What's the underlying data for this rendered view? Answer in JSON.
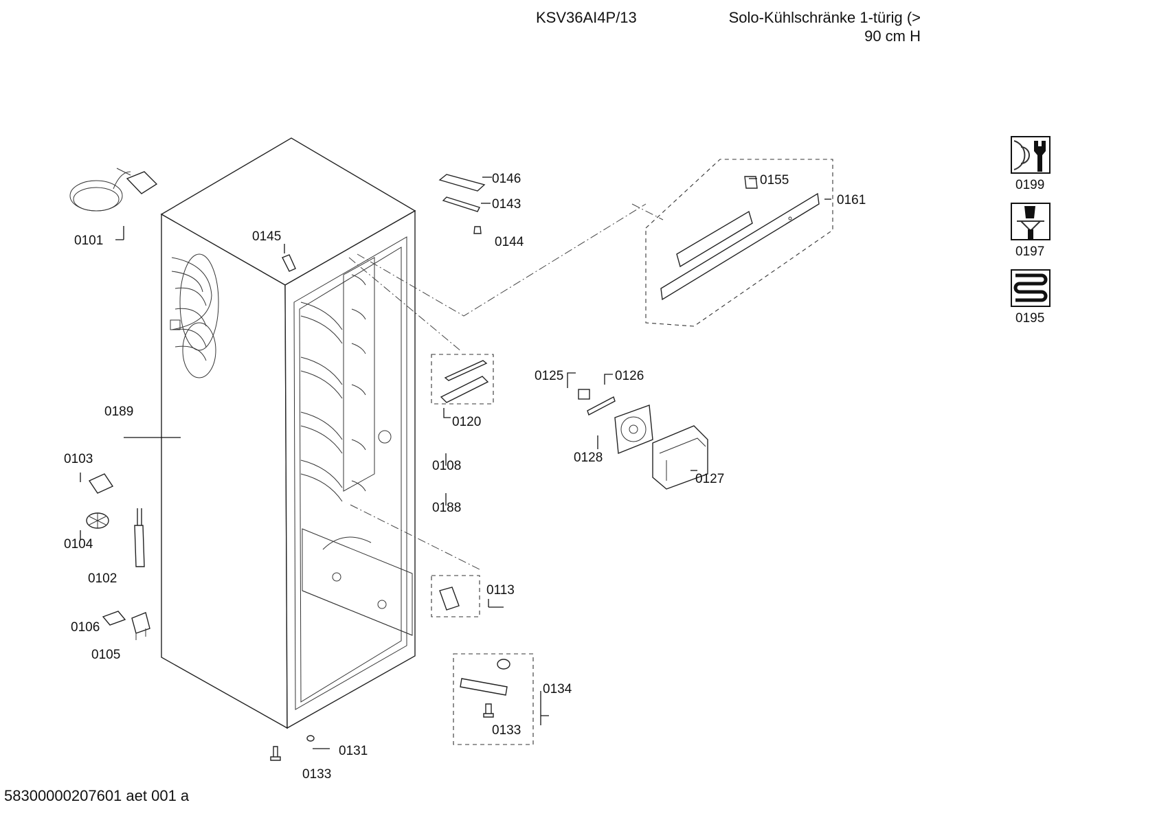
{
  "header": {
    "model": "KSV36AI4P/13",
    "category_line1": "Solo-Kühlschränke 1-türig (>",
    "category_line2": "90 cm H"
  },
  "footer": {
    "code": "58300000207601 aet 001 a"
  },
  "parts": {
    "p0101": "0101",
    "p0145": "0145",
    "p0146": "0146",
    "p0143": "0143",
    "p0144": "0144",
    "p0155": "0155",
    "p0161": "0161",
    "p0189": "0189",
    "p0120": "0120",
    "p0108": "0108",
    "p0188": "0188",
    "p0125": "0125",
    "p0126": "0126",
    "p0128": "0128",
    "p0127": "0127",
    "p0103": "0103",
    "p0104": "0104",
    "p0102": "0102",
    "p0106": "0106",
    "p0105": "0105",
    "p0113": "0113",
    "p0134": "0134",
    "p0133a": "0133",
    "p0131": "0131",
    "p0133b": "0133"
  },
  "legend": {
    "l0199": "0199",
    "l0197": "0197",
    "l0195": "0195"
  },
  "icons": [
    "wrench-nut-icon",
    "screwdriver-icon",
    "heating-coil-icon"
  ]
}
